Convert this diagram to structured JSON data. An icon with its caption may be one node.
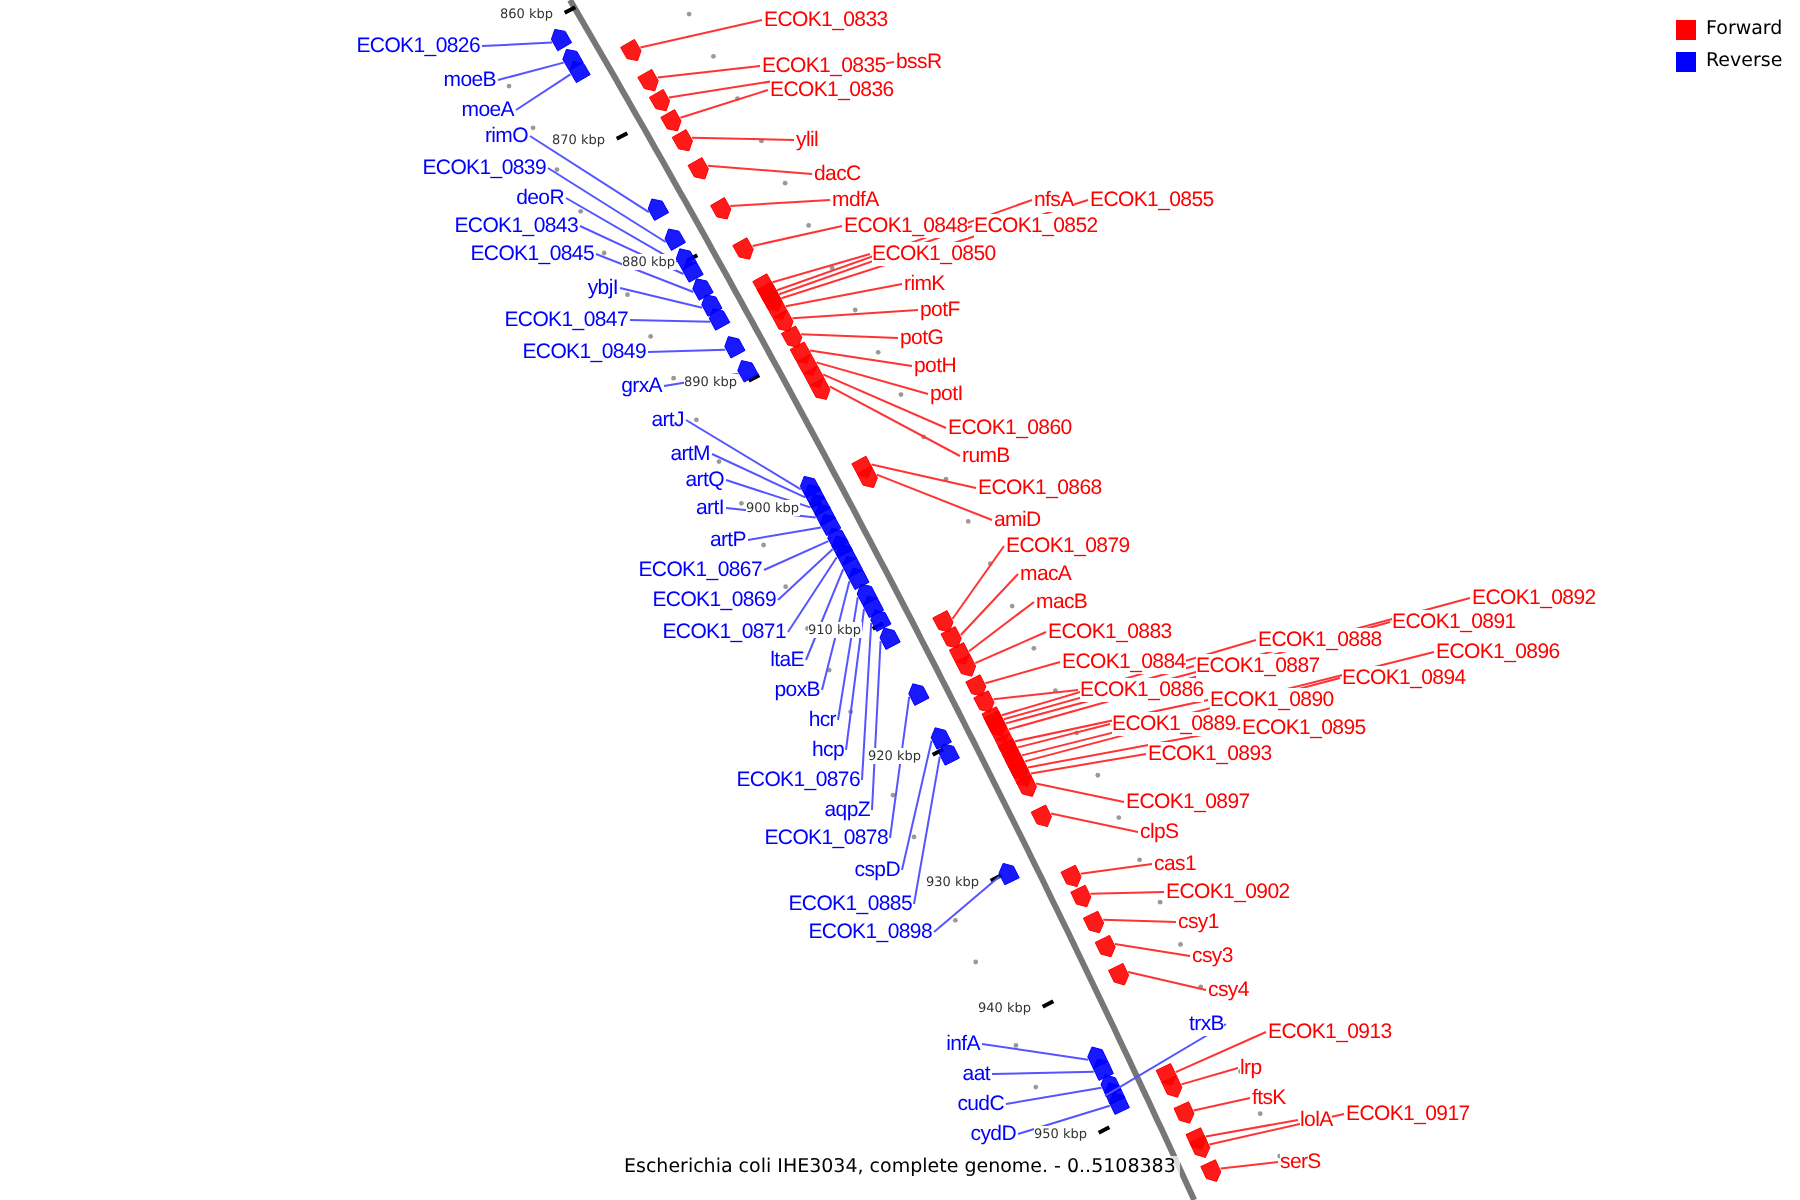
{
  "diagram": {
    "caption": "Escherichia coli IHE3034, complete genome. - 0..5108383",
    "nodes": [
      {
        "text": [
          "ECOK1_0826"
        ]
      },
      {
        "text": [
          "moeB"
        ]
      },
      {
        "text": [
          "moeA"
        ]
      },
      {
        "text": [
          "rimO"
        ]
      },
      {
        "text": [
          "ECOK1_0839"
        ]
      },
      {
        "text": [
          "deoR"
        ]
      },
      {
        "text": [
          "ECOK1_0843"
        ]
      },
      {
        "text": [
          "ECOK1_0845"
        ]
      },
      {
        "text": [
          "ybjI"
        ]
      },
      {
        "text": [
          "ECOK1_0847"
        ]
      },
      {
        "text": [
          "ECOK1_0849"
        ]
      },
      {
        "text": [
          "grxA"
        ]
      },
      {
        "text": [
          "artJ"
        ]
      },
      {
        "text": [
          "artM"
        ]
      },
      {
        "text": [
          "artQ"
        ]
      },
      {
        "text": [
          "artI"
        ]
      },
      {
        "text": [
          "artP"
        ]
      },
      {
        "text": [
          "ECOK1_0867"
        ]
      },
      {
        "text": [
          "ECOK1_0869"
        ]
      },
      {
        "text": [
          "ECOK1_0871"
        ]
      },
      {
        "text": [
          "ltaE"
        ]
      },
      {
        "text": [
          "poxB"
        ]
      },
      {
        "text": [
          "hcr"
        ]
      },
      {
        "text": [
          "hcp"
        ]
      },
      {
        "text": [
          "ECOK1_0876"
        ]
      },
      {
        "text": [
          "aqpZ"
        ]
      },
      {
        "text": [
          "ECOK1_0878"
        ]
      },
      {
        "text": [
          "cspD"
        ]
      },
      {
        "text": [
          "ECOK1_0885"
        ]
      },
      {
        "text": [
          "ECOK1_0898"
        ]
      },
      {
        "text": [
          "infA"
        ]
      },
      {
        "text": [
          "aat"
        ]
      },
      {
        "text": [
          "cudC"
        ]
      },
      {
        "text": [
          "cydD"
        ]
      },
      {
        "text": [
          "ECOK1_0833"
        ]
      },
      {
        "text": [
          "ECOK1_0835"
        ]
      },
      {
        "text": [
          "bssR"
        ]
      },
      {
        "text": [
          "ECOK1_0836"
        ]
      },
      {
        "text": [
          "ylil"
        ]
      },
      {
        "text": [
          "dacC"
        ]
      },
      {
        "text": [
          "mdfA"
        ]
      },
      {
        "text": [
          "nfsA"
        ]
      },
      {
        "text": [
          "ECOK1_0855"
        ]
      },
      {
        "text": [
          "ECOK1_0848"
        ]
      },
      {
        "text": [
          "ECOK1_0852"
        ]
      },
      {
        "text": [
          "ECOK1_0850"
        ]
      },
      {
        "text": [
          "rimK"
        ]
      },
      {
        "text": [
          "potF"
        ]
      },
      {
        "text": [
          "potG"
        ]
      },
      {
        "text": [
          "potH"
        ]
      },
      {
        "text": [
          "potI"
        ]
      },
      {
        "text": [
          "ECOK1_0860"
        ]
      },
      {
        "text": [
          "rumB"
        ]
      },
      {
        "text": [
          "ECOK1_0868"
        ]
      },
      {
        "text": [
          "amiD"
        ]
      },
      {
        "text": [
          "ECOK1_0879"
        ]
      },
      {
        "text": [
          "macA"
        ]
      },
      {
        "text": [
          "macB"
        ]
      },
      {
        "text": [
          "ECOK1_0892"
        ]
      },
      {
        "text": [
          "ECOK1_0891"
        ]
      },
      {
        "text": [
          "ECOK1_0883"
        ]
      },
      {
        "text": [
          "ECOK1_0888"
        ]
      },
      {
        "text": [
          "ECOK1_0896"
        ]
      },
      {
        "text": [
          "ECOK1_0884"
        ]
      },
      {
        "text": [
          "ECOK1_0887"
        ]
      },
      {
        "text": [
          "ECOK1_0894"
        ]
      },
      {
        "text": [
          "ECOK1_0886"
        ]
      },
      {
        "text": [
          "ECOK1_0890"
        ]
      },
      {
        "text": [
          "ECOK1_0889"
        ]
      },
      {
        "text": [
          "ECOK1_0895"
        ]
      },
      {
        "text": [
          "ECOK1_0893"
        ]
      },
      {
        "text": [
          "ECOK1_0897"
        ]
      },
      {
        "text": [
          "clpS"
        ]
      },
      {
        "text": [
          "cas1"
        ]
      },
      {
        "text": [
          "ECOK1_0902"
        ]
      },
      {
        "text": [
          "csy1"
        ]
      },
      {
        "text": [
          "csy3"
        ]
      },
      {
        "text": [
          "csy4"
        ]
      },
      {
        "text": [
          "trxB"
        ]
      },
      {
        "text": [
          "ECOK1_0913"
        ]
      },
      {
        "text": [
          "lrp"
        ]
      },
      {
        "text": [
          "ftsK"
        ]
      },
      {
        "text": [
          "lolA"
        ]
      },
      {
        "text": [
          "ECOK1_0917"
        ]
      },
      {
        "text": [
          "serS"
        ]
      },
      {
        "text": [],
        "shape": "pentagon"
      },
      {
        "text": [],
        "shape": "pentagon"
      },
      {
        "text": [],
        "shape": "pentagon"
      },
      {
        "text": [],
        "shape": "pentagon"
      },
      {
        "text": [],
        "shape": "pentagon"
      },
      {
        "text": [],
        "shape": "pentagon"
      },
      {
        "text": [],
        "shape": "pentagon"
      },
      {
        "text": [],
        "shape": "pentagon"
      },
      {
        "text": [],
        "shape": "pentagon"
      },
      {
        "text": [],
        "shape": "pentagon"
      },
      {
        "text": [],
        "shape": "pentagon"
      },
      {
        "text": [],
        "shape": "pentagon"
      },
      {
        "text": [],
        "shape": "pentagon"
      },
      {
        "text": [],
        "shape": "pentagon"
      },
      {
        "text": [],
        "shape": "pentagon"
      },
      {
        "text": [],
        "shape": "pentagon"
      },
      {
        "text": [],
        "shape": "pentagon"
      },
      {
        "text": [],
        "shape": "pentagon"
      },
      {
        "text": [],
        "shape": "pentagon"
      },
      {
        "text": [],
        "shape": "pentagon"
      },
      {
        "text": [],
        "shape": "pentagon"
      },
      {
        "text": [],
        "shape": "pentagon"
      },
      {
        "text": [],
        "shape": "pentagon"
      },
      {
        "text": [],
        "shape": "pentagon"
      },
      {
        "text": [],
        "shape": "pentagon"
      },
      {
        "text": [],
        "shape": "pentagon"
      },
      {
        "text": [],
        "shape": "pentagon"
      },
      {
        "text": [],
        "shape": "pentagon"
      },
      {
        "text": [],
        "shape": "pentagon"
      },
      {
        "text": [],
        "shape": "pentagon"
      },
      {
        "text": [],
        "shape": "pentagon"
      },
      {
        "text": [],
        "shape": "pentagon"
      },
      {
        "text": [],
        "shape": "pentagon"
      },
      {
        "text": [],
        "shape": "pentagon"
      },
      {
        "text": [],
        "shape": "pentagon"
      },
      {
        "text": [],
        "shape": "pentagon"
      },
      {
        "text": [],
        "shape": "pentagon"
      },
      {
        "text": [],
        "shape": "pentagon"
      },
      {
        "text": [],
        "shape": "pentagon"
      },
      {
        "text": [],
        "shape": "pentagon"
      },
      {
        "text": [],
        "shape": "pentagon"
      },
      {
        "text": [],
        "shape": "pentagon"
      },
      {
        "text": [],
        "shape": "pentagon"
      },
      {
        "text": [],
        "shape": "pentagon"
      },
      {
        "text": [],
        "shape": "pentagon"
      },
      {
        "text": [],
        "shape": "pentagon"
      },
      {
        "text": [],
        "shape": "pentagon"
      },
      {
        "text": [],
        "shape": "pentagon"
      },
      {
        "text": [],
        "shape": "pentagon"
      },
      {
        "text": [],
        "shape": "pentagon"
      },
      {
        "text": [],
        "shape": "pentagon"
      },
      {
        "text": [],
        "shape": "pentagon"
      },
      {
        "text": [],
        "shape": "pentagon"
      },
      {
        "text": [],
        "shape": "pentagon"
      },
      {
        "text": [],
        "shape": "pentagon"
      },
      {
        "text": [],
        "shape": "pentagon"
      },
      {
        "text": [],
        "shape": "pentagon"
      },
      {
        "text": [],
        "shape": "pentagon"
      },
      {
        "text": [],
        "shape": "pentagon"
      },
      {
        "text": [],
        "shape": "pentagon"
      },
      {
        "text": [],
        "shape": "pentagon"
      },
      {
        "text": [],
        "shape": "pentagon"
      },
      {
        "text": [],
        "shape": "pentagon"
      },
      {
        "text": [],
        "shape": "pentagon"
      },
      {
        "text": [],
        "shape": "pentagon"
      },
      {
        "text": [],
        "shape": "pentagon"
      },
      {
        "text": [],
        "shape": "pentagon"
      },
      {
        "text": [],
        "shape": "pentagon"
      },
      {
        "text": [],
        "shape": "pentagon"
      },
      {
        "text": [],
        "shape": "pentagon"
      },
      {
        "text": [],
        "shape": "pentagon"
      },
      {
        "text": [],
        "shape": "pentagon"
      },
      {
        "text": [],
        "shape": "pentagon"
      },
      {
        "text": [],
        "shape": "pentagon"
      },
      {
        "text": [],
        "shape": "pentagon"
      },
      {
        "text": [],
        "shape": "pentagon"
      },
      {
        "text": [],
        "shape": "pentagon"
      },
      {
        "text": [],
        "shape": "pentagon"
      },
      {
        "text": [],
        "shape": "pentagon"
      },
      {
        "text": [],
        "shape": "pentagon"
      },
      {
        "text": [],
        "shape": "pentagon"
      },
      {
        "text": [],
        "shape": "pentagon"
      },
      {
        "text": [],
        "shape": "pentagon"
      },
      {
        "text": [],
        "shape": "pentagon"
      },
      {
        "text": [],
        "shape": "pentagon"
      }
    ],
    "edges": [
      {
        "from": 0,
        "to": 85,
        "arrow": "none",
        "color": "#5555ff"
      },
      {
        "from": 1,
        "to": 86,
        "arrow": "none",
        "color": "#5555ff"
      },
      {
        "from": 2,
        "to": 87,
        "arrow": "none",
        "color": "#5555ff"
      },
      {
        "from": 3,
        "to": 88,
        "arrow": "none",
        "color": "#5555ff"
      },
      {
        "from": 4,
        "to": 89,
        "arrow": "none",
        "color": "#5555ff"
      },
      {
        "from": 5,
        "to": 90,
        "arrow": "none",
        "color": "#5555ff"
      },
      {
        "from": 6,
        "to": 91,
        "arrow": "none",
        "color": "#5555ff"
      },
      {
        "from": 7,
        "to": 92,
        "arrow": "none",
        "color": "#5555ff"
      },
      {
        "from": 8,
        "to": 93,
        "arrow": "none",
        "color": "#5555ff"
      },
      {
        "from": 9,
        "to": 94,
        "arrow": "none",
        "color": "#5555ff"
      },
      {
        "from": 10,
        "to": 95,
        "arrow": "none",
        "color": "#5555ff"
      },
      {
        "from": 11,
        "to": 96,
        "arrow": "none",
        "color": "#5555ff"
      },
      {
        "from": 12,
        "to": 97,
        "arrow": "none",
        "color": "#5555ff"
      },
      {
        "from": 13,
        "to": 98,
        "arrow": "none",
        "color": "#5555ff"
      },
      {
        "from": 14,
        "to": 99,
        "arrow": "none",
        "color": "#5555ff"
      },
      {
        "from": 15,
        "to": 100,
        "arrow": "none",
        "color": "#5555ff"
      },
      {
        "from": 16,
        "to": 101,
        "arrow": "none",
        "color": "#5555ff"
      },
      {
        "from": 17,
        "to": 102,
        "arrow": "none",
        "color": "#5555ff"
      },
      {
        "from": 18,
        "to": 103,
        "arrow": "none",
        "color": "#5555ff"
      },
      {
        "from": 19,
        "to": 104,
        "arrow": "none",
        "color": "#5555ff"
      },
      {
        "from": 20,
        "to": 105,
        "arrow": "none",
        "color": "#5555ff"
      },
      {
        "from": 21,
        "to": 106,
        "arrow": "none",
        "color": "#5555ff"
      },
      {
        "from": 22,
        "to": 107,
        "arrow": "none",
        "color": "#5555ff"
      },
      {
        "from": 23,
        "to": 108,
        "arrow": "none",
        "color": "#5555ff"
      },
      {
        "from": 24,
        "to": 109,
        "arrow": "none",
        "color": "#5555ff"
      },
      {
        "from": 25,
        "to": 110,
        "arrow": "none",
        "color": "#5555ff"
      },
      {
        "from": 26,
        "to": 111,
        "arrow": "none",
        "color": "#5555ff"
      },
      {
        "from": 27,
        "to": 112,
        "arrow": "none",
        "color": "#5555ff"
      },
      {
        "from": 28,
        "to": 113,
        "arrow": "none",
        "color": "#5555ff"
      },
      {
        "from": 29,
        "to": 114,
        "arrow": "none",
        "color": "#5555ff"
      },
      {
        "from": 30,
        "to": 115,
        "arrow": "none",
        "color": "#5555ff"
      },
      {
        "from": 31,
        "to": 116,
        "arrow": "none",
        "color": "#5555ff"
      },
      {
        "from": 32,
        "to": 117,
        "arrow": "none",
        "color": "#5555ff"
      },
      {
        "from": 33,
        "to": 118,
        "arrow": "none",
        "color": "#5555ff"
      },
      {
        "from": 34,
        "to": 119,
        "arrow": "none"
      },
      {
        "from": 35,
        "to": 120,
        "arrow": "none"
      },
      {
        "from": 36,
        "to": 121,
        "arrow": "none"
      },
      {
        "from": 37,
        "to": 122,
        "arrow": "none"
      },
      {
        "from": 38,
        "to": 123,
        "arrow": "none"
      },
      {
        "from": 39,
        "to": 124,
        "arrow": "none"
      },
      {
        "from": 40,
        "to": 125,
        "arrow": "none"
      },
      {
        "from": 41,
        "to": 126,
        "arrow": "none"
      },
      {
        "from": 42,
        "to": 127,
        "arrow": "none"
      },
      {
        "from": 43,
        "to": 128,
        "arrow": "none"
      },
      {
        "from": 44,
        "to": 129,
        "arrow": "none"
      },
      {
        "from": 45,
        "to": 130,
        "arrow": "none"
      },
      {
        "from": 46,
        "to": 131,
        "arrow": "none"
      },
      {
        "from": 47,
        "to": 132,
        "arrow": "none"
      },
      {
        "from": 48,
        "to": 133,
        "arrow": "none"
      },
      {
        "from": 49,
        "to": 134,
        "arrow": "none"
      },
      {
        "from": 50,
        "to": 135,
        "arrow": "none"
      },
      {
        "from": 51,
        "to": 136,
        "arrow": "none"
      },
      {
        "from": 52,
        "to": 137,
        "arrow": "none"
      },
      {
        "from": 53,
        "to": 138,
        "arrow": "none"
      },
      {
        "from": 54,
        "to": 139,
        "arrow": "none"
      },
      {
        "from": 55,
        "to": 140,
        "arrow": "none"
      },
      {
        "from": 56,
        "to": 141,
        "arrow": "none"
      },
      {
        "from": 57,
        "to": 142,
        "arrow": "none"
      },
      {
        "from": 58,
        "to": 143,
        "arrow": "none"
      },
      {
        "from": 59,
        "to": 144,
        "arrow": "none"
      },
      {
        "from": 60,
        "to": 145,
        "arrow": "none"
      },
      {
        "from": 61,
        "to": 146,
        "arrow": "none"
      },
      {
        "from": 62,
        "to": 147,
        "arrow": "none"
      },
      {
        "from": 63,
        "to": 148,
        "arrow": "none"
      },
      {
        "from": 64,
        "to": 149,
        "arrow": "none"
      },
      {
        "from": 65,
        "to": 150,
        "arrow": "none"
      },
      {
        "from": 66,
        "to": 151,
        "arrow": "none"
      },
      {
        "from": 67,
        "to": 152,
        "arrow": "none"
      },
      {
        "from": 68,
        "to": 153,
        "arrow": "none"
      },
      {
        "from": 69,
        "to": 154,
        "arrow": "none"
      },
      {
        "from": 70,
        "to": 155,
        "arrow": "none"
      },
      {
        "from": 71,
        "to": 156,
        "arrow": "none"
      },
      {
        "from": 72,
        "to": 157,
        "arrow": "none"
      },
      {
        "from": 73,
        "to": 158,
        "arrow": "none"
      },
      {
        "from": 74,
        "to": 159,
        "arrow": "none"
      },
      {
        "from": 75,
        "to": 160,
        "arrow": "none"
      },
      {
        "from": 76,
        "to": 161,
        "arrow": "none"
      },
      {
        "from": 77,
        "to": 162,
        "arrow": "none"
      },
      {
        "from": 78,
        "to": 163,
        "arrow": "none",
        "color": "#5555ff"
      },
      {
        "from": 79,
        "to": 164,
        "arrow": "none"
      },
      {
        "from": 80,
        "to": 165,
        "arrow": "none"
      },
      {
        "from": 81,
        "to": 166,
        "arrow": "none"
      },
      {
        "from": 82,
        "to": 167,
        "arrow": "none"
      },
      {
        "from": 83,
        "to": 168,
        "arrow": "none"
      },
      {
        "from": 84,
        "to": 169,
        "arrow": "none"
      }
    ],
    "labels": [
      "860 kbp",
      "870 kbp",
      "880 kbp",
      "890 kbp",
      "900 kbp",
      "910 kbp",
      "920 kbp",
      "930 kbp",
      "940 kbp",
      "950 kbp"
    ],
    "legend": [
      {
        "text": "Forward",
        "color": "#ff0000"
      },
      {
        "text": "Reverse",
        "color": "#0000ff"
      }
    ]
  }
}
